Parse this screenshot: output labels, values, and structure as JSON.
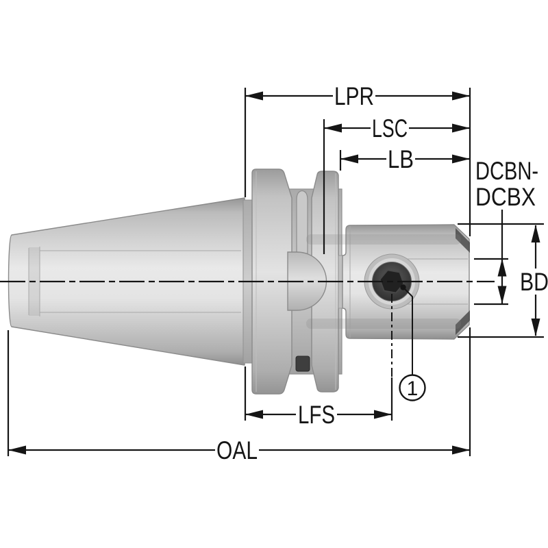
{
  "drawing": {
    "labels": {
      "lpr": "LPR",
      "lsc": "LSC",
      "lb": "LB",
      "bore_line1": "DCBN-",
      "bore_line2": "DCBX",
      "bd": "BD",
      "lfs": "LFS",
      "oal": "OAL",
      "balloon_1": "1"
    },
    "colors": {
      "line": "#151515",
      "background": "#ffffff",
      "metal_light": "#e9e9e9",
      "metal_mid": "#c7c7c7",
      "metal_dark": "#919191",
      "screw_dark": "#212121",
      "nose_band": "#4e4e4e"
    }
  }
}
